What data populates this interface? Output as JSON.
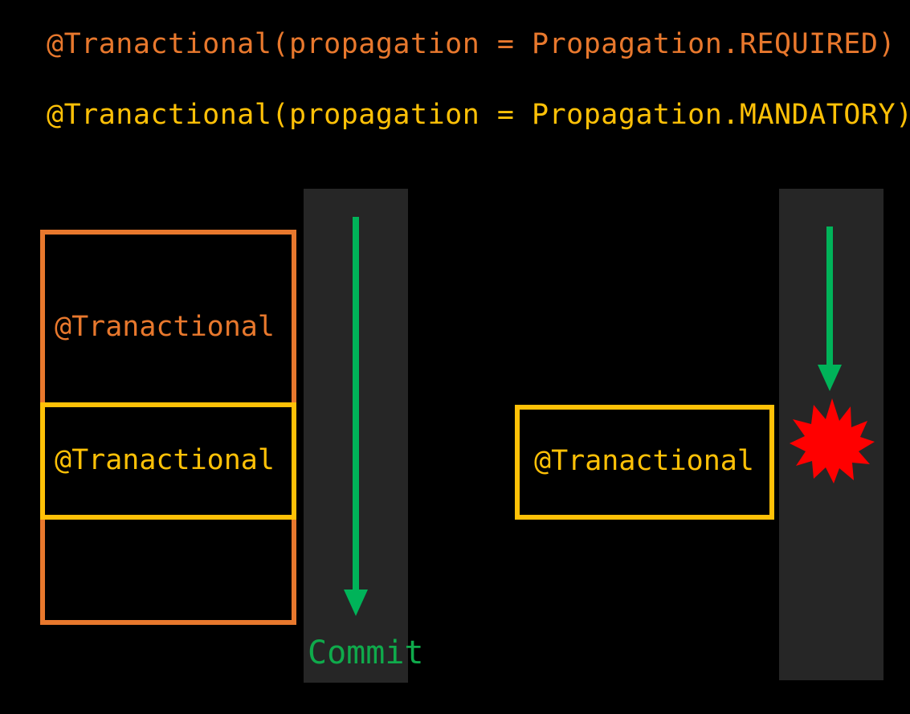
{
  "background_color": "#000000",
  "palette": {
    "orange": "#E8782D",
    "yellow": "#FFC107",
    "green": "#00B359",
    "green_text": "#0FAA4B",
    "red": "#FF0000",
    "band_gray": "#262626",
    "black": "#000000"
  },
  "annotations": {
    "required": "@Tranactional(propagation = Propagation.REQUIRED)",
    "mandatory": "@Tranactional(propagation = Propagation.MANDATORY)"
  },
  "left_scenario": {
    "outer_box_label": "@Tranactional",
    "inner_box_label": "@Tranactional",
    "outcome_label": "Commit",
    "arrow_direction": "down",
    "outcome_status": "success"
  },
  "right_scenario": {
    "box_label": "@Tranactional",
    "arrow_direction": "down",
    "outcome_status": "failure",
    "outcome_icon": "explosion-star"
  }
}
